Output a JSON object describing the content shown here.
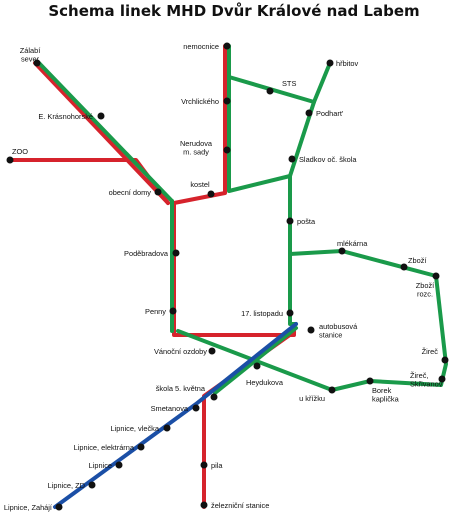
{
  "title": "Schema linek MHD Dvůr Králové nad Labem",
  "colors": {
    "green": "#1a9a4a",
    "red": "#d6232c",
    "blue": "#1b4fa6",
    "stop": "#111111"
  },
  "stations": {
    "nemocnice": "nemocnice",
    "hrbitov": "hřbitov",
    "zalabi_sever": "Zálabí\nsever",
    "sts": "STS",
    "vrchlickeho": "Vrchlického",
    "podhart": "Podhart'",
    "krasnohorske": "E. Krásnohorské",
    "nerudova": "Nerudova\nm. sady",
    "zoo": "ZOO",
    "sladkov": "Sladkov oč. škola",
    "obecni_domy": "obecní domy",
    "kostel": "kostel",
    "posta": "pošta",
    "mlekarna": "mlékárna",
    "podebradova": "Poděbradova",
    "zbozi": "Zboží",
    "zbozi_rozc": "Zboží\nrozc.",
    "penny": "Penny",
    "listopadu": "17. listopadu",
    "autobusova": "autobusová\nstanice",
    "vanocni": "Vánoční ozdoby",
    "zirec": "Žireč",
    "heydukova": "Heydukova",
    "zirec_skrivanov": "Žireč,\nSkřivanov",
    "skola5": "škola 5. května",
    "borek": "Borek\nkaplička",
    "u_krizku": "u křížku",
    "smetanova": "Smetanova",
    "lipnice_vlecka": "Lipnice, vlečka",
    "lipnice_elektrarna": "Lipnice, elektrárna",
    "pila": "pila",
    "lipnice": "Lipnice",
    "lipnice_zd": "Lipnice, ZD",
    "lipnice_zahaj": "Lipnice, Zahájí",
    "zelezicni": "železniční stanice"
  }
}
